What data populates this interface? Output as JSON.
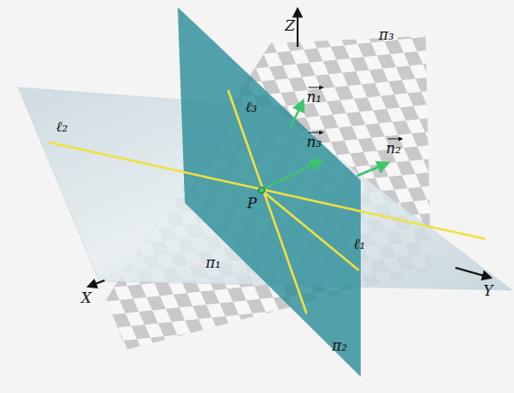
{
  "diagram": {
    "labels": [
      "Z",
      "π₃",
      "ℓ₃",
      "n₁",
      "n₃",
      "n₂",
      "ℓ₂",
      "P",
      "ℓ₁",
      "π₁",
      "π₂",
      "X",
      "Y"
    ]
  }
}
